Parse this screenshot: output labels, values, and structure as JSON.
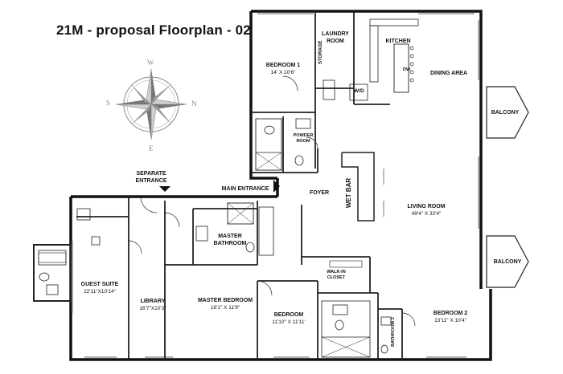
{
  "title": "21M - proposal Floorplan - 02",
  "compass": {
    "n": "N",
    "s": "S",
    "e": "E",
    "w": "W"
  },
  "entrances": {
    "separate": "SEPARATE\nENTRANCE",
    "main": "MAIN ENTRANCE"
  },
  "rooms": {
    "bedroom1": {
      "name": "BEDROOM 1",
      "dim": "14' X 10'6\""
    },
    "laundry": {
      "name": "LAUNDRY\nROOM"
    },
    "storage": {
      "name": "STORAGE"
    },
    "kitchen": {
      "name": "KITCHEN"
    },
    "dining": {
      "name": "DINING AREA"
    },
    "dw": {
      "name": "DW"
    },
    "wd": {
      "name": "W/D"
    },
    "powder": {
      "name": "POWDER\nROOM"
    },
    "foyer": {
      "name": "FOYER"
    },
    "wetbar": {
      "name": "WET BAR"
    },
    "living": {
      "name": "LIVING ROOM",
      "dim": "49'4\" X 32'4\""
    },
    "balcony_top": {
      "name": "BALCONY"
    },
    "balcony_bottom": {
      "name": "BALCONY"
    },
    "master_bath": {
      "name": "MASTER\nBATHROOM"
    },
    "walkin": {
      "name": "WALK-IN\nCLOSET"
    },
    "guest": {
      "name": "GUEST  SUITE",
      "dim": "22'11\"X10'14\""
    },
    "library": {
      "name": "LIBRARY",
      "dim": "16'7\"X10'3\""
    },
    "master_bed": {
      "name": "MASTER BEDROOM",
      "dim": "16'1\" X 11'9\""
    },
    "bedroom": {
      "name": "BEDROOM",
      "dim": "11'10\" X 11'11'"
    },
    "bedroom2": {
      "name": "BEDROOM 2",
      "dim": "13'11\" X 10'4\""
    },
    "bathroom3": {
      "name": "BATHROOM 3"
    }
  }
}
